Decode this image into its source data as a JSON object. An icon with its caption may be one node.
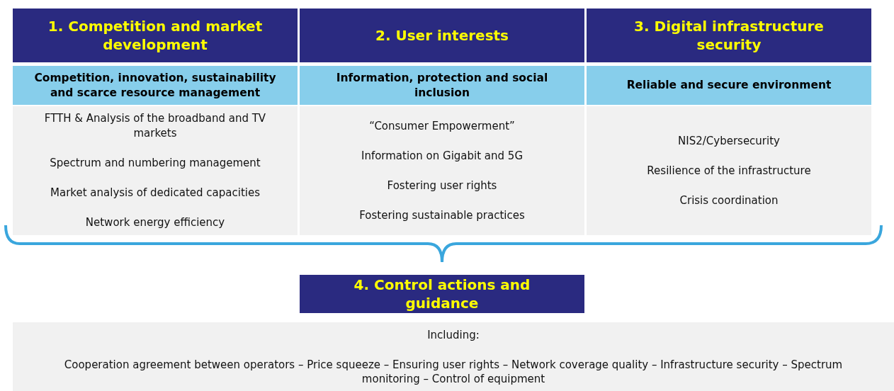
{
  "diagram": {
    "nodes": [
      {
        "text": [
          "1. Competition and market development"
        ]
      },
      {
        "text": [
          "2. User interests"
        ]
      },
      {
        "text": [
          "3. Digital infrastructure security"
        ]
      },
      {
        "text": [
          "Competition, innovation, sustainability and scarce resource management"
        ]
      },
      {
        "text": [
          "Information, protection and social inclusion"
        ]
      },
      {
        "text": [
          "Reliable and secure environment"
        ]
      },
      {
        "text": [
          "FTTH & Analysis of the broadband and TV markets",
          "Spectrum and numbering management",
          "Market analysis of dedicated capacities",
          "Network energy efficiency"
        ]
      },
      {
        "text": [
          "“Consumer Empowerment”",
          "Information on Gigabit and 5G",
          "Fostering user rights",
          "Fostering sustainable practices"
        ]
      },
      {
        "text": [
          "NIS2/Cybersecurity",
          "Resilience of the infrastructure",
          "Crisis coordination"
        ]
      },
      {
        "text": [
          "4. Control actions and guidance"
        ]
      },
      {
        "text": [
          "Including:",
          "Cooperation agreement between operators – Price squeeze – Ensuring user rights – Network coverage quality – Infrastructure security – Spectrum monitoring – Control of equipment"
        ]
      }
    ]
  }
}
